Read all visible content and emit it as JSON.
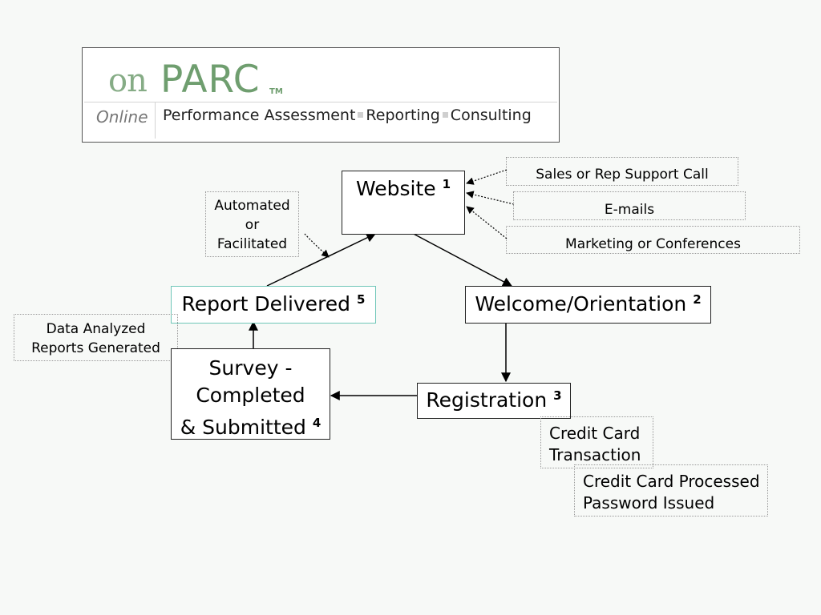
{
  "logo": {
    "on": "on",
    "parc": "PARC",
    "tm": "TM",
    "online": "Online",
    "tagline_parts": [
      "Performance Assessment",
      "Reporting",
      "Consulting"
    ]
  },
  "nodes": {
    "website": {
      "label": "Website",
      "num": "1"
    },
    "welcome": {
      "label": "Welcome/Orientation",
      "num": "2"
    },
    "registration": {
      "label": "Registration",
      "num": "3"
    },
    "survey": {
      "line1": "Survey -",
      "line2": "Completed",
      "line3": "& Submitted",
      "num": "4"
    },
    "report": {
      "label": "Report Delivered",
      "num": "5"
    }
  },
  "notes": {
    "sales": "Sales or Rep Support Call",
    "emails": "E-mails",
    "marketing": "Marketing or Conferences",
    "automated": {
      "line1": "Automated",
      "line2": "or",
      "line3": "Facilitated"
    },
    "data": {
      "line1": "Data Analyzed",
      "line2": "Reports Generated"
    },
    "credit_card": {
      "line1": "Credit Card",
      "line2": "Transaction"
    },
    "processed": {
      "line1": "Credit Card Processed",
      "line2": "Password Issued"
    }
  },
  "colors": {
    "logo_green": "#6f9e6f",
    "report_border": "#6fc6b8"
  }
}
